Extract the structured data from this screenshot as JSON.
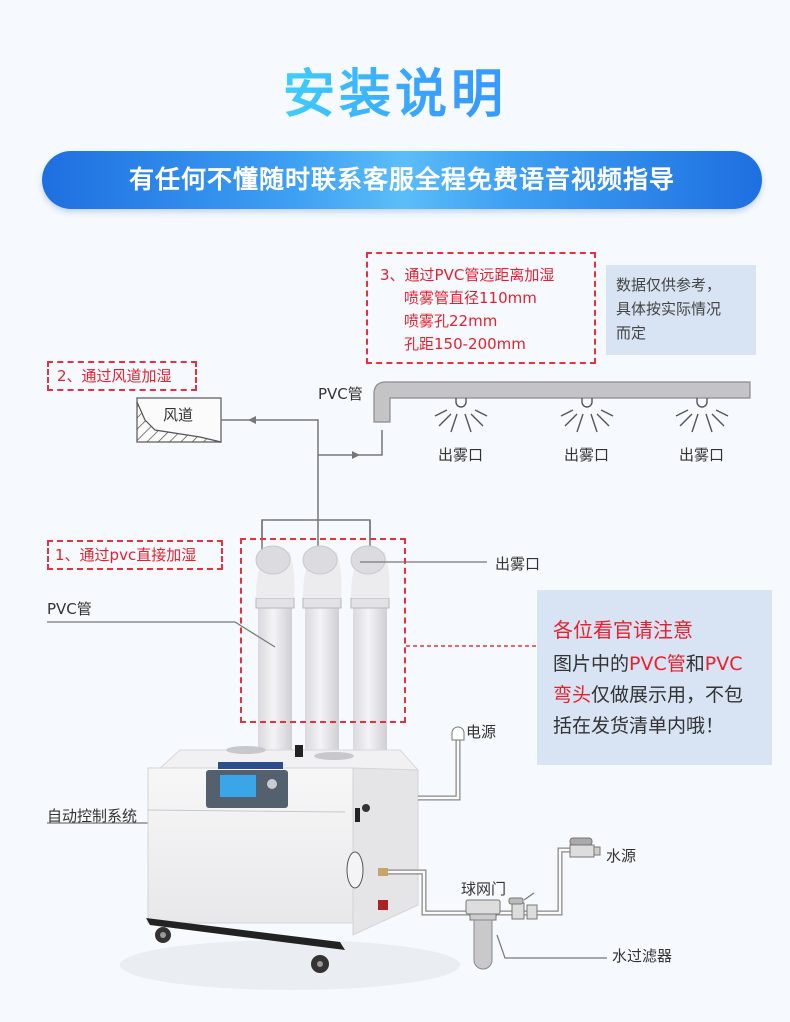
{
  "header": {
    "title": "安装说明",
    "banner": "有任何不懂随时联系客服全程免费语音视频指导"
  },
  "method3": {
    "title": "3、通过PVC管远距离加湿",
    "lines": [
      "喷雾管直径110mm",
      "喷雾孔22mm",
      "孔距150-200mm"
    ]
  },
  "reference_note": {
    "lines": [
      "数据仅供参考，",
      "具体按实际情况",
      "而定"
    ]
  },
  "method2": {
    "title": "2、通过风道加湿",
    "duct_label": "风道"
  },
  "method1": {
    "title": "1、通过pvc直接加湿"
  },
  "diagram_labels": {
    "pvc_pipe_top": "PVC管",
    "mist_outlets": [
      "出雾口",
      "出雾口",
      "出雾口"
    ],
    "mist_outlet_side": "出雾口",
    "pvc_pipe_side": "PVC管",
    "power": "电源",
    "auto_control": "自动控制系统",
    "water_source": "水源",
    "ball_valve": "球网门",
    "water_filter": "水过滤器"
  },
  "notice": {
    "heading": "各位看官请注意",
    "p1": "图片中的",
    "p1_red": "PVC管",
    "p2": "和",
    "p2_red": "PVC",
    "p3_red": "弯头",
    "p3": "仅做展示用，不包",
    "p4": "括在发货清单内哦！"
  },
  "colors": {
    "background": "#f6f9fd",
    "accent_blue": "#2d8cf4",
    "alert_red": "#e8202e",
    "note_bg": "#d8e3f3"
  }
}
